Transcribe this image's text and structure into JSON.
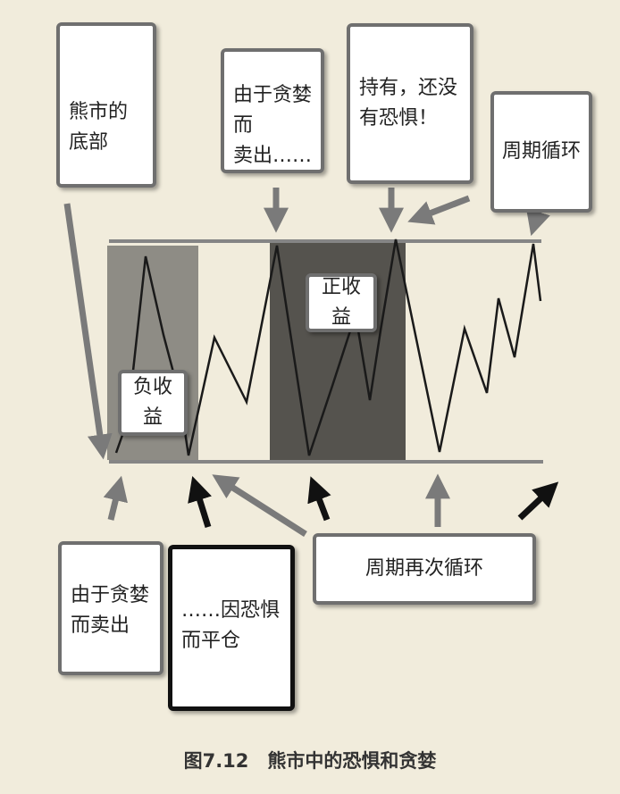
{
  "labels": {
    "bear_bottom": "熊市的底部",
    "greed_sell_top": "由于贪婪而\n卖出……",
    "hold_no_fear": "持有，还没\n有恐惧！",
    "cycle": "周期循环",
    "positive_return": "正收益",
    "negative_return": "负收益",
    "greed_sell_bottom": "由于贪婪\n而卖出",
    "fear_close": "……因恐惧\n而平仓",
    "cycle_again": "周期再次循环"
  },
  "caption": "图7.12　熊市中的恐惧和贪婪",
  "colors": {
    "background": "#f1ecdc",
    "negative_zone": "#8e8c85",
    "positive_zone": "#55534e",
    "line": "#1a1a1a",
    "rail": "#858585"
  }
}
